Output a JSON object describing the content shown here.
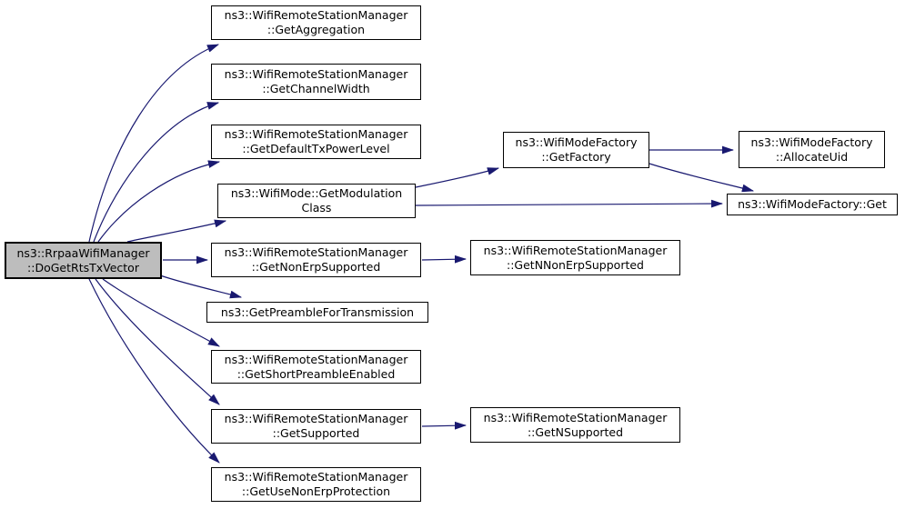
{
  "diagram": {
    "type": "call-graph",
    "edge_color": "#191970",
    "node_fill": "#ffffff",
    "node_border": "#000000",
    "root_fill": "#bdbdbd",
    "text_color": "#000000"
  },
  "nodes": {
    "root": {
      "label": "ns3::RrpaaWifiManager::DoGetRtsTxVector",
      "line1": "ns3::RrpaaWifiManager",
      "line2": "::DoGetRtsTxVector"
    },
    "get_aggregation": {
      "label": "ns3::WifiRemoteStationManager::GetAggregation",
      "line1": "ns3::WifiRemoteStationManager",
      "line2": "::GetAggregation"
    },
    "get_channel_width": {
      "label": "ns3::WifiRemoteStationManager::GetChannelWidth",
      "line1": "ns3::WifiRemoteStationManager",
      "line2": "::GetChannelWidth"
    },
    "get_default_tx_power_level": {
      "label": "ns3::WifiRemoteStationManager::GetDefaultTxPowerLevel",
      "line1": "ns3::WifiRemoteStationManager",
      "line2": "::GetDefaultTxPowerLevel"
    },
    "get_modulation_class": {
      "label": "ns3::WifiMode::GetModulationClass",
      "line1": "ns3::WifiMode::GetModulation",
      "line2": "Class"
    },
    "get_non_erp_supported": {
      "label": "ns3::WifiRemoteStationManager::GetNonErpSupported",
      "line1": "ns3::WifiRemoteStationManager",
      "line2": "::GetNonErpSupported"
    },
    "get_preamble_for_transmission": {
      "label": "ns3::GetPreambleForTransmission",
      "line1": "ns3::GetPreambleForTransmission"
    },
    "get_short_preamble_enabled": {
      "label": "ns3::WifiRemoteStationManager::GetShortPreambleEnabled",
      "line1": "ns3::WifiRemoteStationManager",
      "line2": "::GetShortPreambleEnabled"
    },
    "get_supported": {
      "label": "ns3::WifiRemoteStationManager::GetSupported",
      "line1": "ns3::WifiRemoteStationManager",
      "line2": "::GetSupported"
    },
    "get_use_non_erp_protection": {
      "label": "ns3::WifiRemoteStationManager::GetUseNonErpProtection",
      "line1": "ns3::WifiRemoteStationManager",
      "line2": "::GetUseNonErpProtection"
    },
    "get_factory": {
      "label": "ns3::WifiModeFactory::GetFactory",
      "line1": "ns3::WifiModeFactory",
      "line2": "::GetFactory"
    },
    "get_n_non_erp_supported": {
      "label": "ns3::WifiRemoteStationManager::GetNNonErpSupported",
      "line1": "ns3::WifiRemoteStationManager",
      "line2": "::GetNNonErpSupported"
    },
    "get_n_supported": {
      "label": "ns3::WifiRemoteStationManager::GetNSupported",
      "line1": "ns3::WifiRemoteStationManager",
      "line2": "::GetNSupported"
    },
    "allocate_uid": {
      "label": "ns3::WifiModeFactory::AllocateUid",
      "line1": "ns3::WifiModeFactory",
      "line2": "::AllocateUid"
    },
    "factory_get": {
      "label": "ns3::WifiModeFactory::Get",
      "line1": "ns3::WifiModeFactory::Get"
    }
  },
  "edges": [
    {
      "from": "root",
      "to": "get_aggregation"
    },
    {
      "from": "root",
      "to": "get_channel_width"
    },
    {
      "from": "root",
      "to": "get_default_tx_power_level"
    },
    {
      "from": "root",
      "to": "get_modulation_class"
    },
    {
      "from": "root",
      "to": "get_non_erp_supported"
    },
    {
      "from": "root",
      "to": "get_preamble_for_transmission"
    },
    {
      "from": "root",
      "to": "get_short_preamble_enabled"
    },
    {
      "from": "root",
      "to": "get_supported"
    },
    {
      "from": "root",
      "to": "get_use_non_erp_protection"
    },
    {
      "from": "get_modulation_class",
      "to": "get_factory"
    },
    {
      "from": "get_modulation_class",
      "to": "factory_get"
    },
    {
      "from": "get_factory",
      "to": "allocate_uid"
    },
    {
      "from": "get_factory",
      "to": "factory_get"
    },
    {
      "from": "get_non_erp_supported",
      "to": "get_n_non_erp_supported"
    },
    {
      "from": "get_supported",
      "to": "get_n_supported"
    }
  ]
}
